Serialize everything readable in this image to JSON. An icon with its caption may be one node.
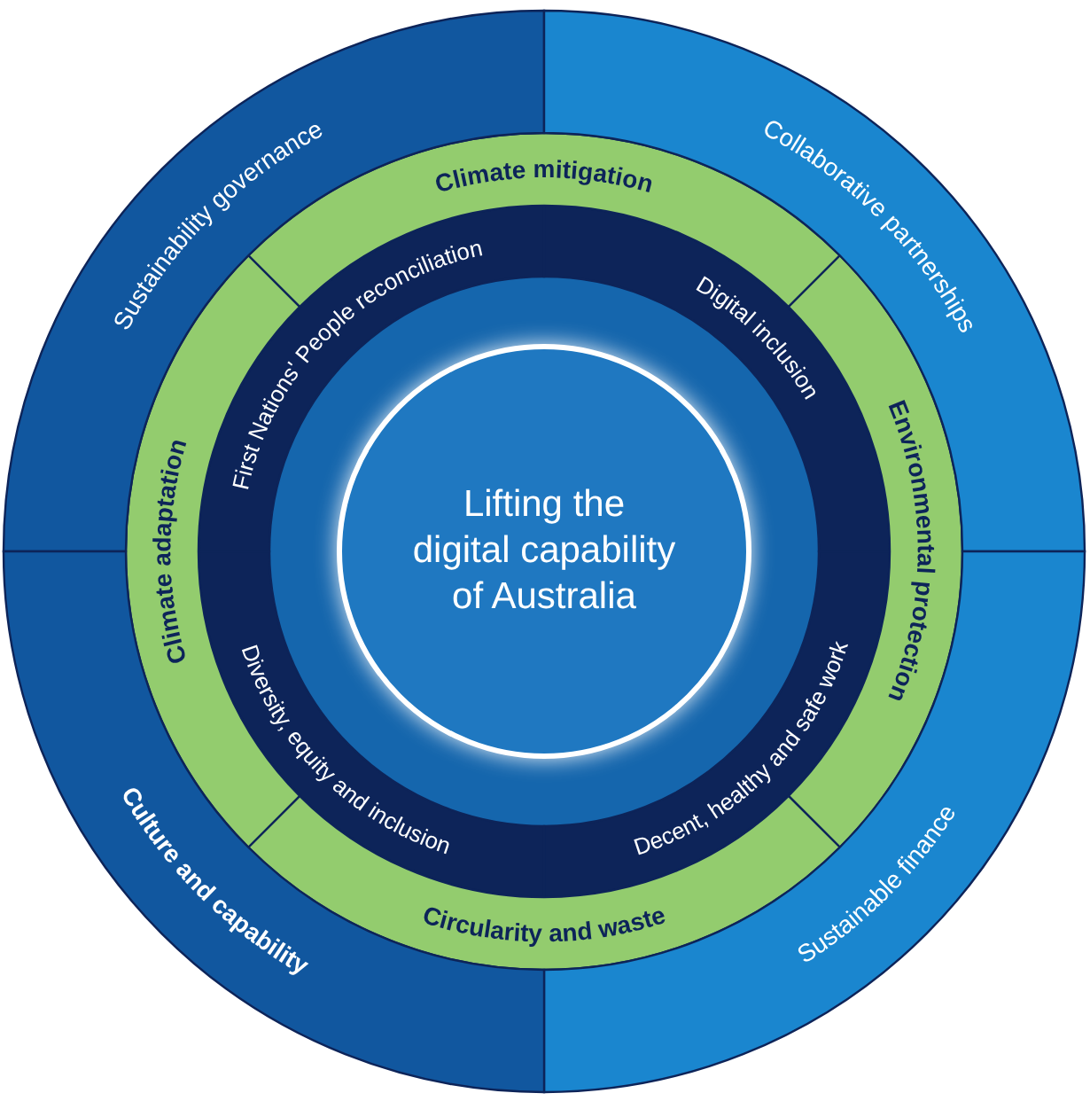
{
  "diagram": {
    "nodes": [
      {
        "text": [
          "Lifting the digital capability of Australia"
        ]
      },
      {
        "text": [
          "First Nations' People reconciliation"
        ]
      },
      {
        "text": [
          "Digital inclusion"
        ]
      },
      {
        "text": [
          "Decent, healthy and safe work"
        ]
      },
      {
        "text": [
          "Diversity, equity and inclusion"
        ]
      },
      {
        "text": [
          "Climate mitigation"
        ]
      },
      {
        "text": [
          "Environmental protection"
        ]
      },
      {
        "text": [
          "Circularity and waste"
        ]
      },
      {
        "text": [
          "Climate adaptation"
        ]
      },
      {
        "text": [
          "Sustainability governance"
        ]
      },
      {
        "text": [
          "Collaborative partnerships"
        ]
      },
      {
        "text": [
          "Sustainable finance"
        ]
      },
      {
        "text": [
          "Culture and capability"
        ]
      }
    ]
  }
}
